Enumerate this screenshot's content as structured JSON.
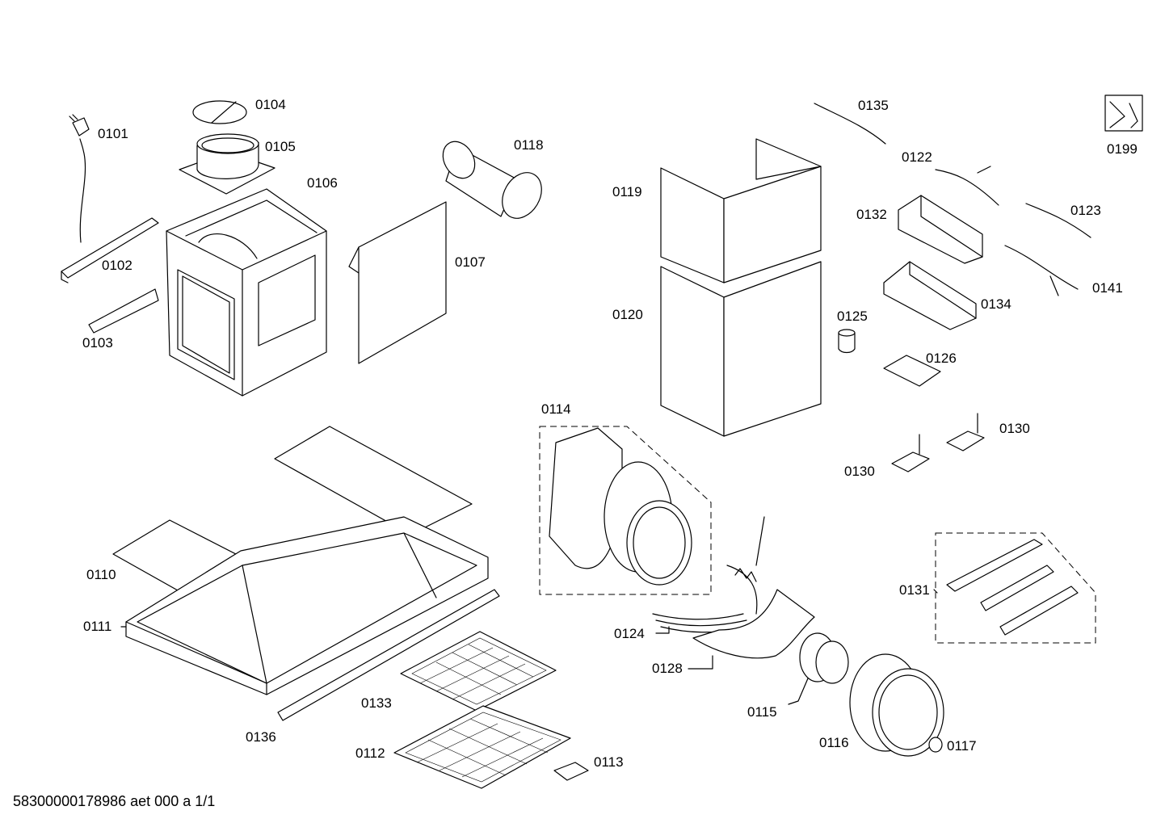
{
  "document": {
    "code": "58300000178986 aet 000 a 1/1"
  },
  "icons": {
    "service": "wrench-icon"
  },
  "parts": [
    {
      "id": "p0101",
      "label": "0101"
    },
    {
      "id": "p0102",
      "label": "0102"
    },
    {
      "id": "p0103",
      "label": "0103"
    },
    {
      "id": "p0104",
      "label": "0104"
    },
    {
      "id": "p0105",
      "label": "0105"
    },
    {
      "id": "p0106",
      "label": "0106"
    },
    {
      "id": "p0107",
      "label": "0107"
    },
    {
      "id": "p0118",
      "label": "0118"
    },
    {
      "id": "p0119",
      "label": "0119"
    },
    {
      "id": "p0120",
      "label": "0120"
    },
    {
      "id": "p0135",
      "label": "0135"
    },
    {
      "id": "p0122",
      "label": "0122"
    },
    {
      "id": "p0123",
      "label": "0123"
    },
    {
      "id": "p0132",
      "label": "0132"
    },
    {
      "id": "p0141",
      "label": "0141"
    },
    {
      "id": "p0134",
      "label": "0134"
    },
    {
      "id": "p0125",
      "label": "0125"
    },
    {
      "id": "p0126",
      "label": "0126"
    },
    {
      "id": "p0130a",
      "label": "0130"
    },
    {
      "id": "p0130b",
      "label": "0130"
    },
    {
      "id": "p0199",
      "label": "0199"
    },
    {
      "id": "p0114",
      "label": "0114"
    },
    {
      "id": "p0110",
      "label": "0110"
    },
    {
      "id": "p0111",
      "label": "0111"
    },
    {
      "id": "p0124",
      "label": "0124"
    },
    {
      "id": "p0128",
      "label": "0128"
    },
    {
      "id": "p0131",
      "label": "0131"
    },
    {
      "id": "p0133",
      "label": "0133"
    },
    {
      "id": "p0136",
      "label": "0136"
    },
    {
      "id": "p0112",
      "label": "0112"
    },
    {
      "id": "p0113",
      "label": "0113"
    },
    {
      "id": "p0115",
      "label": "0115"
    },
    {
      "id": "p0116",
      "label": "0116"
    },
    {
      "id": "p0117",
      "label": "0117"
    }
  ]
}
